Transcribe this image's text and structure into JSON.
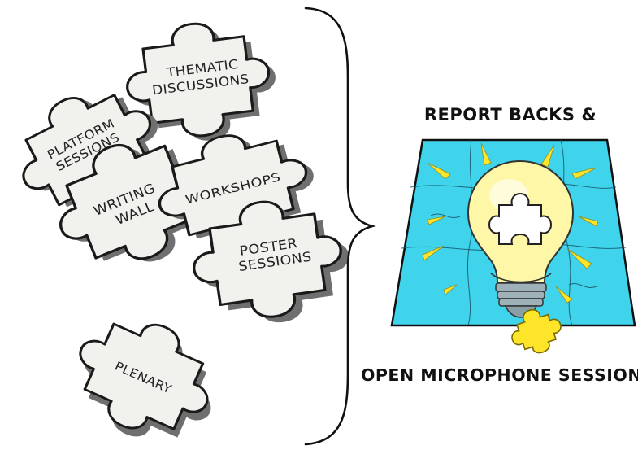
{
  "puzzle_pieces": {
    "thematic": [
      "THEMATIC",
      "DISCUSSIONS"
    ],
    "platform": [
      "PLATFORM",
      "SESSIONS"
    ],
    "writing": [
      "WRITING",
      "WALL"
    ],
    "workshops": [
      "WORKSHOPS"
    ],
    "poster": [
      "POSTER",
      "SESSIONS"
    ],
    "plenary": [
      "PLENARY"
    ]
  },
  "outcome": {
    "heading_top": "REPORT BACKS &",
    "heading_bottom": "OPEN MICROPHONE SESSION"
  },
  "colors": {
    "tile": "#40d4ec",
    "bulb": "#fff7a8",
    "rays": "#ffe52a",
    "base": "#9fb1b8"
  },
  "icons": [
    "lightbulb-icon",
    "puzzle-piece-icon",
    "curly-brace-icon"
  ]
}
